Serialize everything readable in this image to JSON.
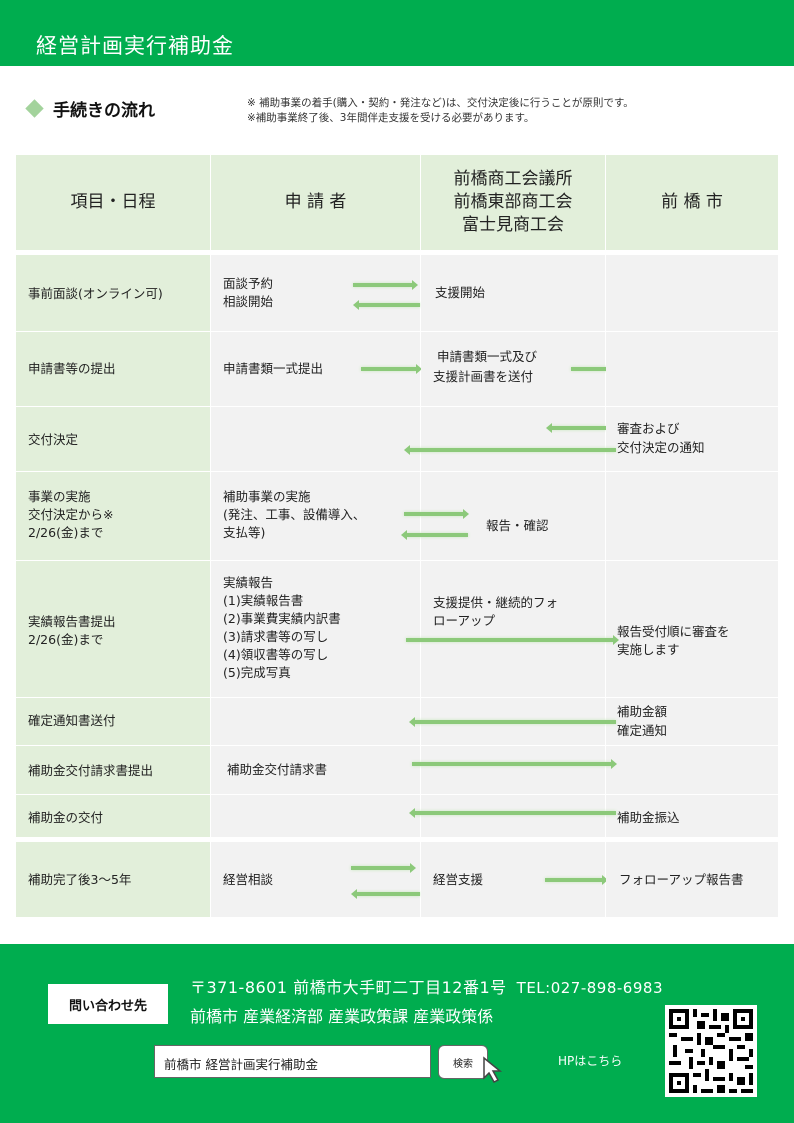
{
  "header": {
    "title": "経営計画実行補助金"
  },
  "section": {
    "title": "手続きの流れ",
    "notes": [
      "※ 補助事業の着手(購入・契約・発注など)は、交付決定後に行うことが原則です。",
      "※補助事業終了後、3年間伴走支援を受ける必要があります。"
    ]
  },
  "table": {
    "columns": [
      "項目・日程",
      "申 請 者",
      "前橋商工会議所\n前橋東部商工会\n富士見商工会",
      "前 橋 市"
    ],
    "columns_lines": {
      "col3": [
        "前橋商工会議所",
        "前橋東部商工会",
        "富士見商工会"
      ]
    },
    "rows": [
      {
        "item": [
          "事前面談(オンライン可)"
        ],
        "applicant": [
          "面談予約",
          "相談開始"
        ],
        "chamber": [
          "支援開始"
        ],
        "city": []
      },
      {
        "item": [
          "申請書等の提出"
        ],
        "applicant": [
          "申請書類一式提出"
        ],
        "chamber": [
          "申請書類一式及び",
          "支援計画書を送付"
        ],
        "city": []
      },
      {
        "item": [
          "交付決定"
        ],
        "applicant": [],
        "chamber": [],
        "city": [
          "審査および",
          "交付決定の通知"
        ]
      },
      {
        "item": [
          "事業の実施",
          "交付決定から※",
          "2/26(金)まで"
        ],
        "applicant": [
          "補助事業の実施",
          "(発注、工事、設備導入、",
          "支払等)"
        ],
        "chamber": [
          "報告・確認"
        ],
        "city": []
      },
      {
        "item": [
          "実績報告書提出",
          "2/26(金)まで"
        ],
        "applicant": [
          "実績報告",
          "(1)実績報告書",
          "(2)事業費実績内訳書",
          "(3)請求書等の写し",
          "(4)領収書等の写し",
          "(5)完成写真"
        ],
        "chamber": [
          "支援提供・継続的フォ",
          "ローアップ"
        ],
        "city": [
          "報告受付順に審査を",
          "実施します"
        ]
      },
      {
        "item": [
          "確定通知書送付"
        ],
        "applicant": [],
        "chamber": [],
        "city": [
          "補助金額",
          "確定通知"
        ]
      },
      {
        "item": [
          "補助金交付請求書提出"
        ],
        "applicant": [
          "補助金交付請求書"
        ],
        "chamber": [],
        "city": []
      },
      {
        "item": [
          "補助金の交付"
        ],
        "applicant": [],
        "chamber": [],
        "city": [
          "補助金振込"
        ]
      },
      {
        "item": [
          "補助完了後3～5年"
        ],
        "applicant": [
          "経営相談"
        ],
        "chamber": [
          "経営支援"
        ],
        "city": [
          "フォローアップ報告書"
        ]
      }
    ]
  },
  "footer": {
    "contact_label": "問い合わせ先",
    "address": "〒371-8601 前橋市大手町二丁目12番1号",
    "tel": "TEL:027-898-6983",
    "department": "前橋市 産業経済部 産業政策課 産業政策係",
    "search_value": "前橋市 経営計画実行補助金",
    "search_button": "検索",
    "hp_label": "HPはこちら"
  },
  "colors": {
    "brand_green": "#00ad4f",
    "header_cell": "#e2efda",
    "body_cell": "#f2f2f2",
    "arrow": "#8cc97a"
  }
}
